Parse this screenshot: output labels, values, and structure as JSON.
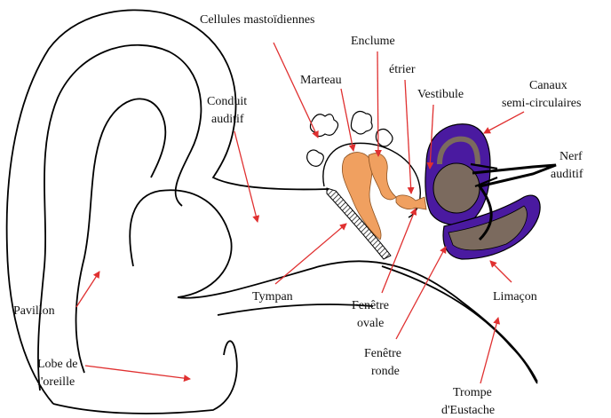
{
  "labels": {
    "cellules": "Cellules mastoïdiennes",
    "enclume": "Enclume",
    "marteau": "Marteau",
    "etrier": "étrier",
    "vestibule": "Vestibule",
    "canaux_1": "Canaux",
    "canaux_2": "semi-circulaires",
    "conduit_1": "Conduit",
    "conduit_2": "auditif",
    "nerf_1": "Nerf",
    "nerf_2": "auditif",
    "tympan": "Tympan",
    "fenetre_ovale_1": "Fenêtre",
    "fenetre_ovale_2": "ovale",
    "fenetre_ronde_1": "Fenêtre",
    "fenetre_ronde_2": "ronde",
    "limacon": "Limaçon",
    "pavillon": "Pavillon",
    "lobe_1": "Lobe de",
    "lobe_2": "l'oreille",
    "trompe_1": "Trompe",
    "trompe_2": "d'Eustache"
  },
  "colors": {
    "arrow": "#e03030",
    "ossicles": "#f0a060",
    "inner_ear_outer": "#4a1aa0",
    "inner_ear_inner": "#7b6a5e",
    "outline": "#000000"
  }
}
